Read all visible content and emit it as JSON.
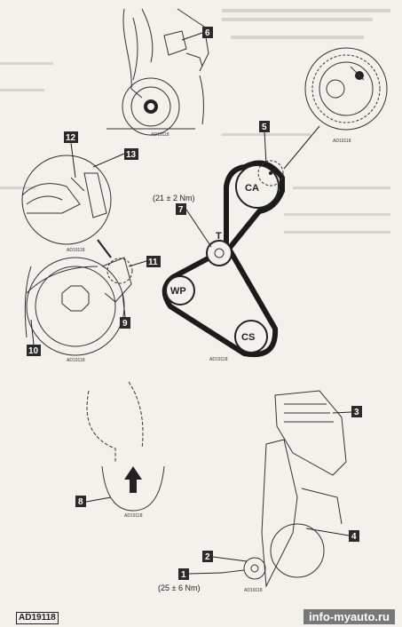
{
  "pulleys": {
    "ca": "CA",
    "t": "T",
    "wp": "WP",
    "cs": "CS"
  },
  "callouts": {
    "c1": "1",
    "c2": "2",
    "c3": "3",
    "c4": "4",
    "c5": "5",
    "c6": "6",
    "c7": "7",
    "c8": "8",
    "c9": "9",
    "c10": "10",
    "c11": "11",
    "c12": "12",
    "c13": "13"
  },
  "torques": {
    "tensioner": "(21 ± 2 Nm)",
    "crank_bolt": "(25 ± 6 Nm)"
  },
  "image_refs": {
    "ref": "AD19118"
  },
  "footer": {
    "figure_ref": "AD19118"
  },
  "watermark": {
    "text": "info-myauto.ru"
  }
}
